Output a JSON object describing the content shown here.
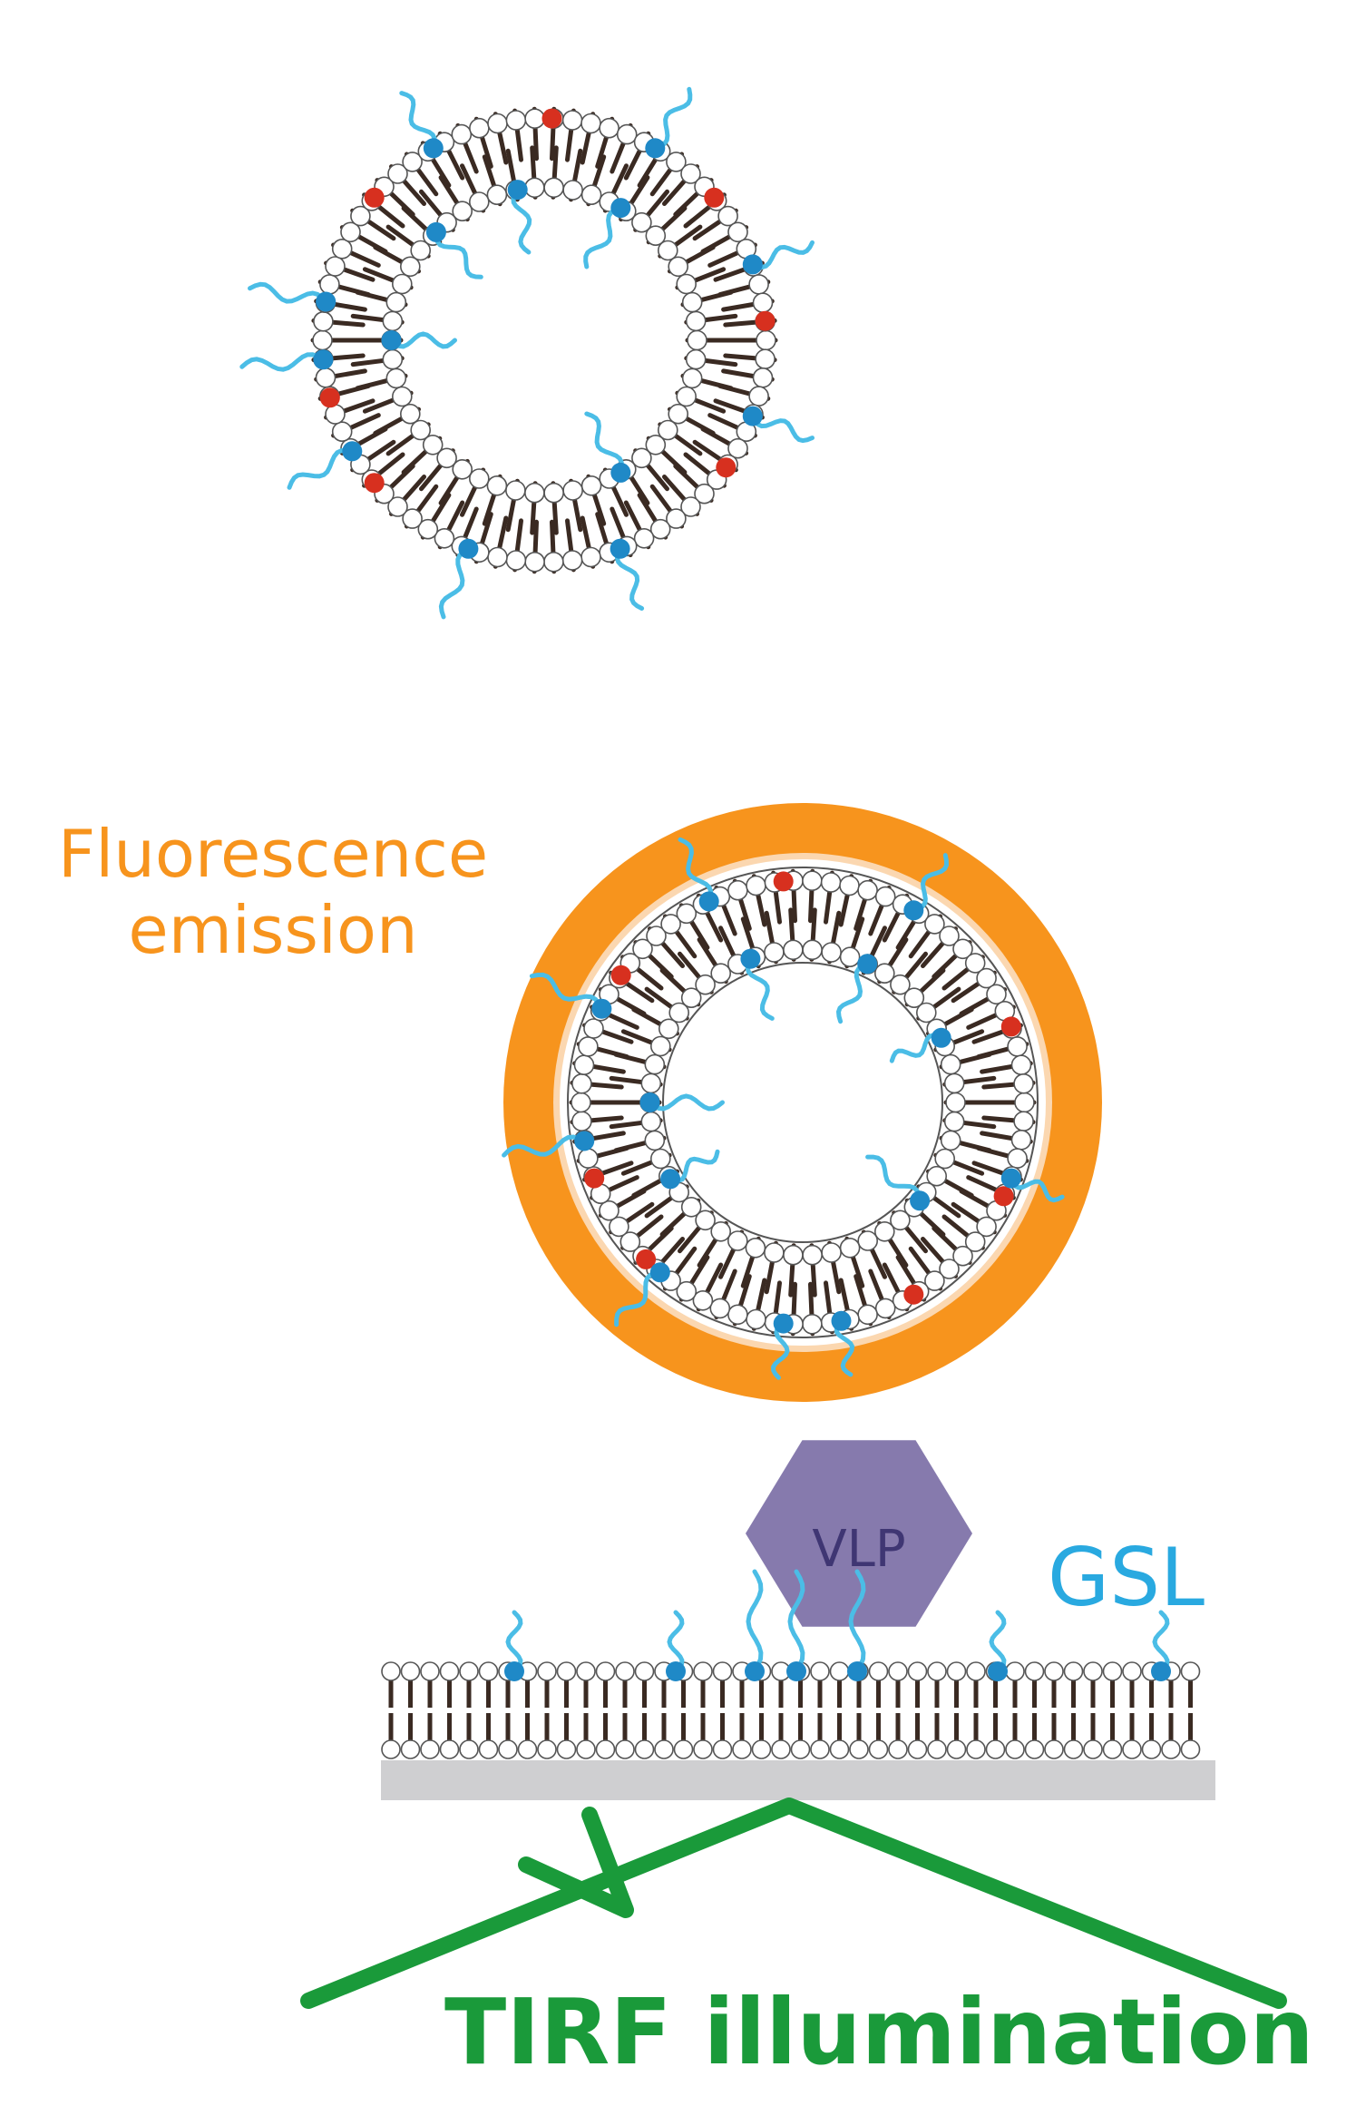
{
  "labels": {
    "fluorescence_line1": "Fluorescence",
    "fluorescence_line2": "emission",
    "vlp": "VLP",
    "gsl": "GSL",
    "tirf": "TIRF illumination"
  },
  "colors": {
    "lipid_head_fill": "#ffffff",
    "lipid_head_stroke": "#555555",
    "lipid_tail": "#3a2a22",
    "gsl_glycan": "#4bbde6",
    "gsl_head": "#1f89c7",
    "red_lipid": "#d7301f",
    "fluorescence_ring": "#f7941d",
    "fluorescence_text": "#f7941d",
    "vlp_fill": "#7c6fa6",
    "vlp_text": "#3f3673",
    "gsl_text": "#29a9e0",
    "glass_support": "#cfcfd1",
    "tirf_green": "#1a9a3a"
  },
  "scene": {
    "free_vesicle": {
      "red_lipid_count": 7,
      "gsl_count": 14
    },
    "bound_vesicle": {
      "red_lipid_count": 7,
      "gsl_count": 14
    },
    "supported_bilayer": {
      "gsl_count": 7
    }
  }
}
